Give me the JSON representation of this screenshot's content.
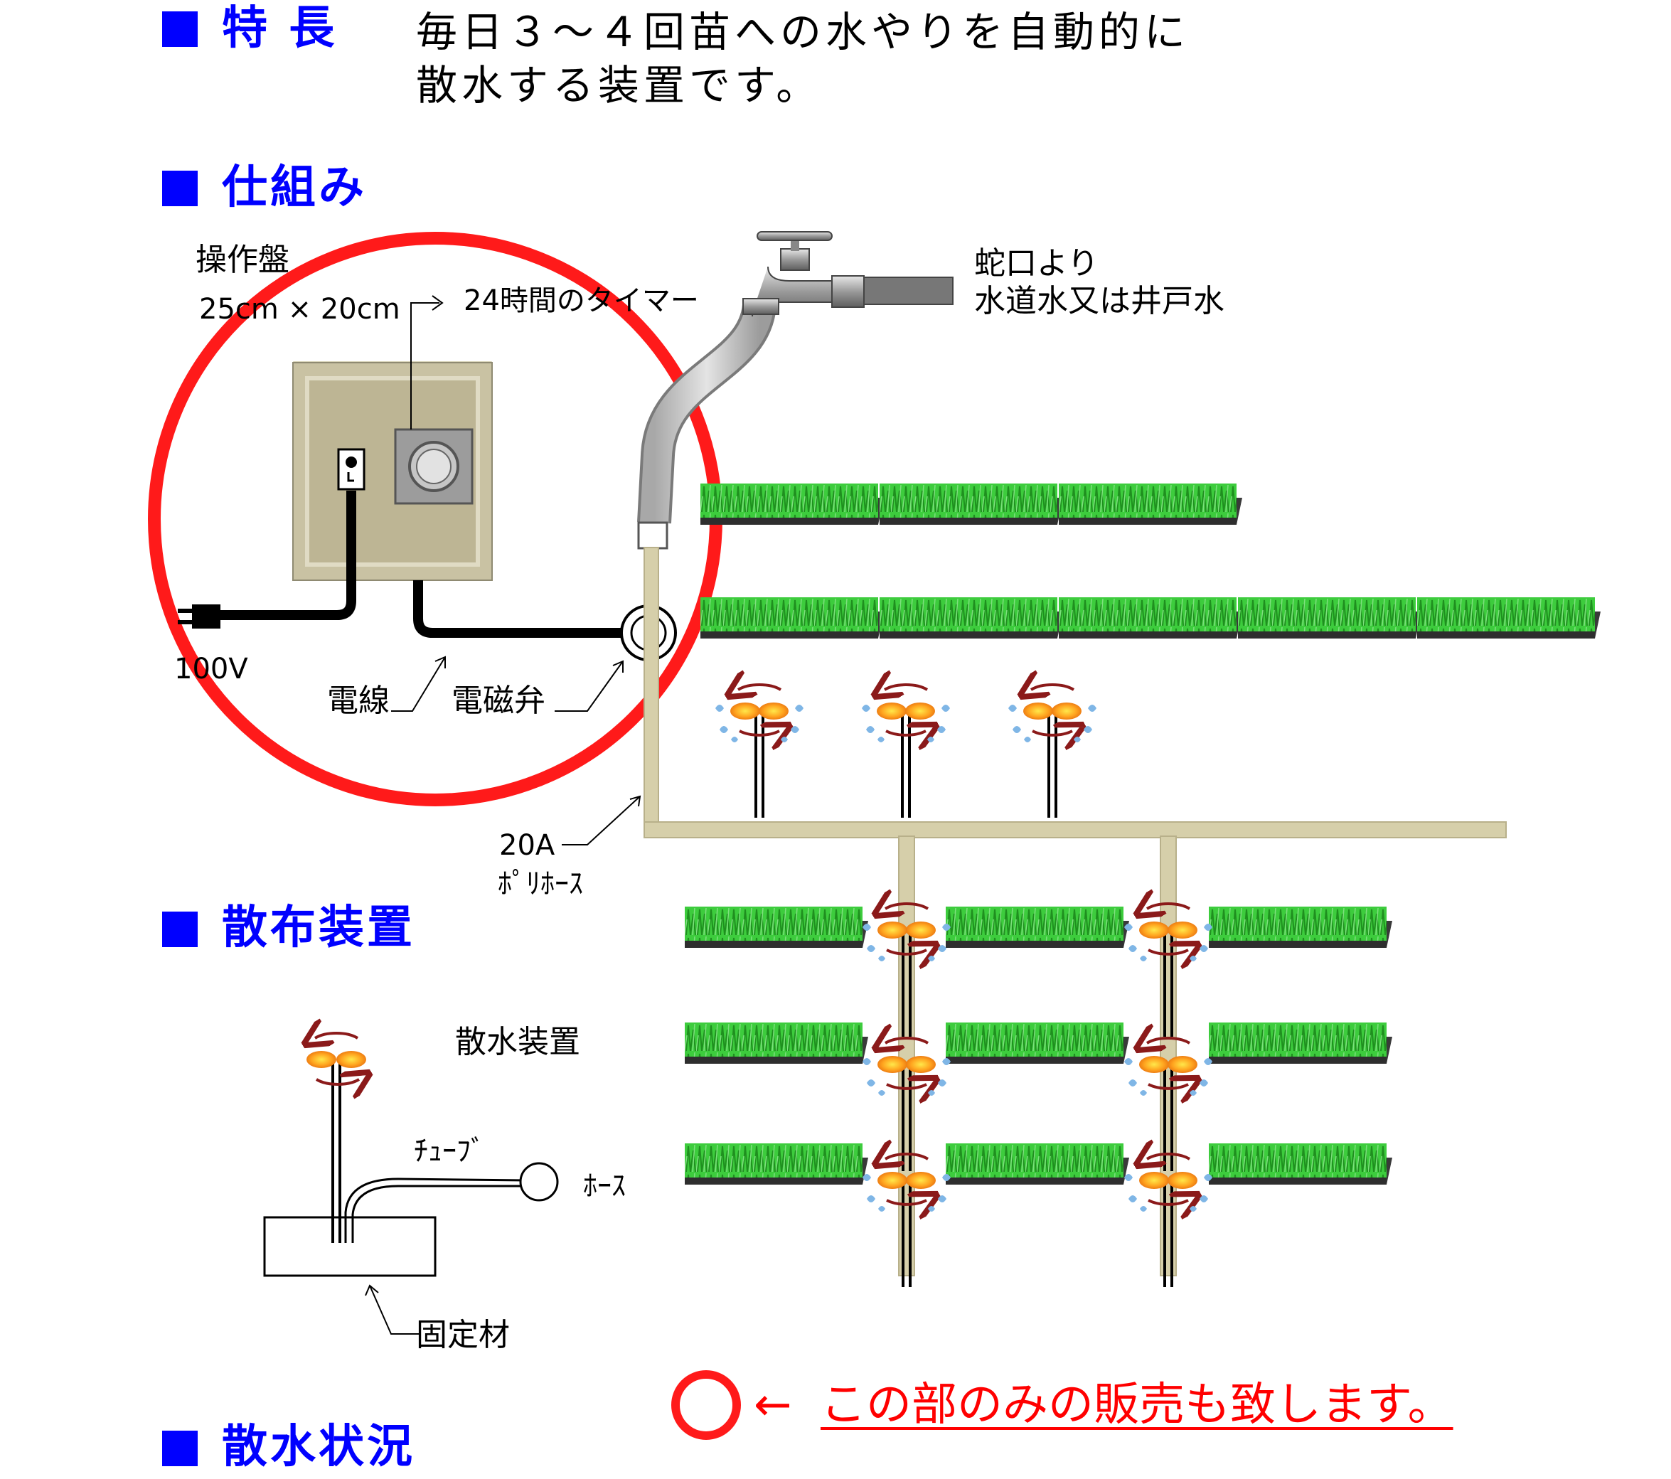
{
  "sections": {
    "feature_heading": "特 長",
    "feature_text_line1": "毎日３～４回苗への水やりを自動的に",
    "feature_text_line2": "散水する装置です。",
    "mechanism_heading": "仕組み",
    "spreader_heading": "散布装置",
    "spray_status_heading": "散水状況"
  },
  "labels": {
    "control_panel": "操作盤",
    "panel_size": "25cm × 20cm",
    "timer": "24時間のタイマー",
    "voltage": "100V",
    "wire": "電線",
    "solenoid_valve": "電磁弁",
    "faucet_line1": "蛇口より",
    "faucet_line2": "水道水又は井戸水",
    "hose_size": "20A",
    "hose_type": "ﾎﾟﾘﾎｰｽ",
    "sprinkler_device": "散水装置",
    "tube": "ﾁｭｰﾌﾞ",
    "hose": "ﾎｰｽ",
    "fixing_material": "固定材"
  },
  "sale_note": {
    "arrow": "←",
    "text": "この部のみの販売も致します。"
  },
  "colors": {
    "heading_blue": "#0000ff",
    "circle_red": "#ff0000",
    "pipe_beige": "#d6cfaa",
    "grass_green": "#33cc33",
    "arrow_maroon": "#8b1a1a",
    "sprinkler_orange": "#ff8c1a",
    "water_blue": "#7fb6e6"
  }
}
